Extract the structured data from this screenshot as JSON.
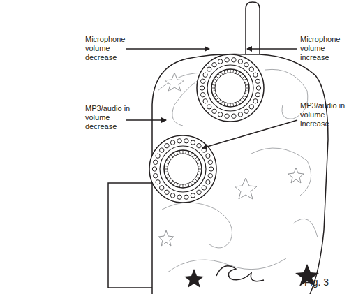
{
  "diagram": {
    "caption": "Fig. 3",
    "labels": [
      "Microphone volume decrease",
      "Microphone volume increase",
      "MP3/audio in volume decrease",
      "MP3/audio in volume increase"
    ]
  }
}
